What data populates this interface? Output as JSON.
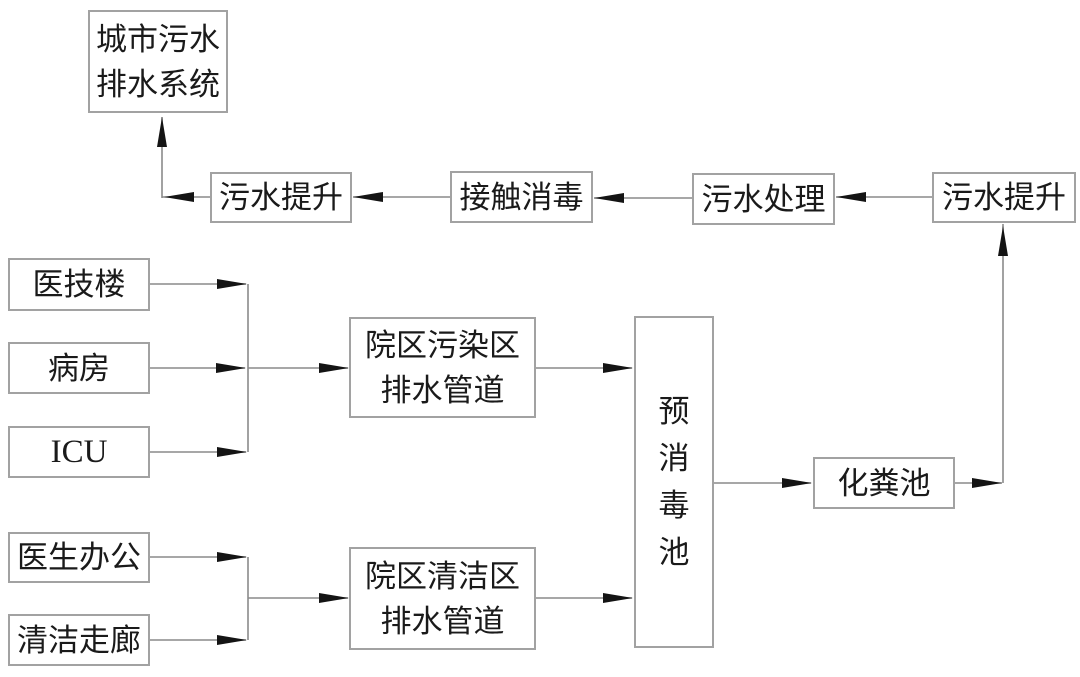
{
  "diagram": {
    "description": "hospital-wastewater-flow-diagram",
    "colors": {
      "background": "#ffffff",
      "box_border": "#a2a2a2",
      "wire": "#8a8a8a",
      "arrowhead": "#141414",
      "text": "#1a1a1a"
    },
    "nodes": {
      "city_sewage_system": {
        "label": "城市污水排水系统",
        "lines": [
          "城市污水",
          "排水系统"
        ]
      },
      "sewage_lift_left": {
        "label": "污水提升"
      },
      "contact_disinfection": {
        "label": "接触消毒"
      },
      "sewage_treatment": {
        "label": "污水处理"
      },
      "sewage_lift_right": {
        "label": "污水提升"
      },
      "medical_tech_building": {
        "label": "医技楼"
      },
      "ward": {
        "label": "病房"
      },
      "icu": {
        "label": "ICU"
      },
      "doctor_office": {
        "label": "医生办公"
      },
      "clean_corridor": {
        "label": "清洁走廊"
      },
      "dirty_area_pipe": {
        "label": "院区污染区排水管道",
        "lines": [
          "院区污染区",
          "排水管道"
        ]
      },
      "clean_area_pipe": {
        "label": "院区清洁区排水管道",
        "lines": [
          "院区清洁区",
          "排水管道"
        ]
      },
      "pre_disinfection_tank": {
        "label": "预消毒池",
        "chars": [
          "预",
          "消",
          "毒",
          "池"
        ]
      },
      "septic_tank": {
        "label": "化粪池"
      }
    },
    "flows": [
      "medical_tech_building -> dirty_area_pipe",
      "ward -> dirty_area_pipe",
      "icu -> dirty_area_pipe",
      "doctor_office -> clean_area_pipe",
      "clean_corridor -> clean_area_pipe",
      "dirty_area_pipe -> pre_disinfection_tank",
      "clean_area_pipe -> pre_disinfection_tank",
      "pre_disinfection_tank -> septic_tank",
      "septic_tank -> sewage_lift_right",
      "sewage_lift_right -> sewage_treatment",
      "sewage_treatment -> contact_disinfection",
      "contact_disinfection -> sewage_lift_left",
      "sewage_lift_left -> city_sewage_system"
    ]
  }
}
